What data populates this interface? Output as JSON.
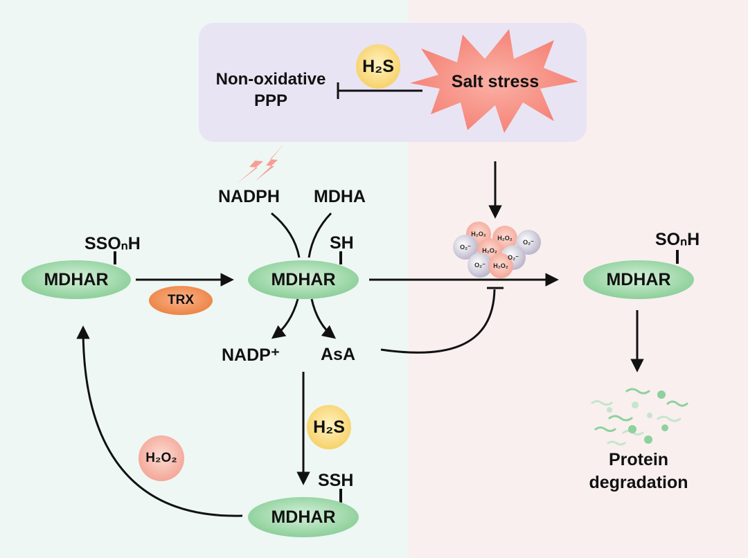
{
  "top_panel": {
    "h2s": "H₂S",
    "salt_stress": "Salt stress",
    "ppp_line1": "Non-oxidative",
    "ppp_line2": "PPP"
  },
  "cofactors": {
    "nadph": "NADPH",
    "mdha": "MDHA",
    "nadp": "NADP⁺",
    "asa": "AsA"
  },
  "enzymes": {
    "left": {
      "label": "MDHAR",
      "modification": "SSOₙH"
    },
    "center": {
      "label": "MDHAR",
      "modification": "SH"
    },
    "bottom": {
      "label": "MDHAR",
      "modification": "SSH"
    },
    "right": {
      "label": "MDHAR",
      "modification": "SOₙH"
    }
  },
  "trx": "TRX",
  "h2s_middle": "H₂S",
  "h2o2_left": "H₂O₂",
  "ros": [
    "H₂O₂",
    "H₂O₂",
    "O₂⁻",
    "H₂O₂",
    "O₂⁻",
    "O₂⁻",
    "H₂O₂",
    "O₂⁻"
  ],
  "protein_degradation": {
    "line1": "Protein",
    "line2": "degradation"
  },
  "colors": {
    "enzyme_green": "#8fd19c",
    "trx_orange": "#ef8a4c",
    "h2s_yellow": "#f7d673",
    "h2o2_pink": "#f4a79a",
    "stress_red": "#f7877c",
    "panel_lavender": "#e9e4f3"
  }
}
